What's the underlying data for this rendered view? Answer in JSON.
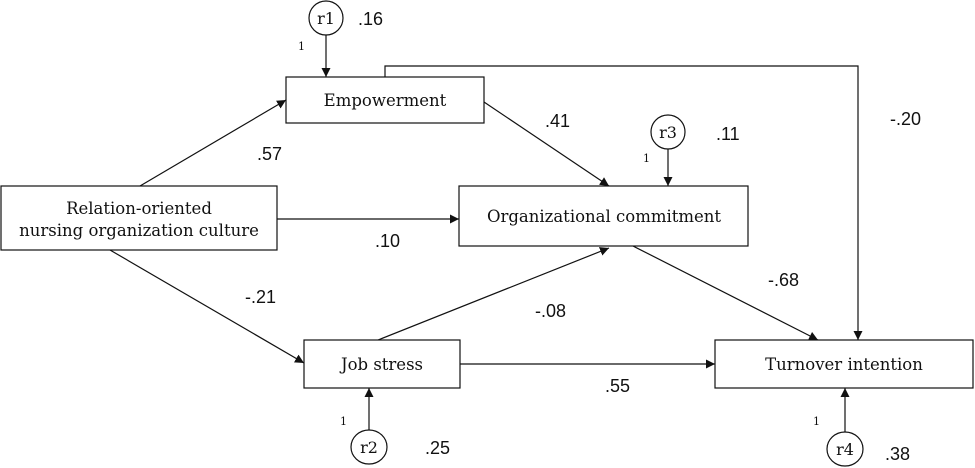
{
  "nodes": {
    "culture": {
      "line1": "Relation-oriented",
      "line2": "nursing organization culture"
    },
    "empowerment": {
      "label": "Empowerment"
    },
    "commitment": {
      "label": "Organizational commitment"
    },
    "job_stress": {
      "label": "Job stress"
    },
    "turnover": {
      "label": "Turnover intention"
    }
  },
  "residuals": {
    "r1": {
      "label": "r1",
      "weight": "1",
      "r2": ".16"
    },
    "r2": {
      "label": "r2",
      "weight": "1",
      "r2": ".25"
    },
    "r3": {
      "label": "r3",
      "weight": "1",
      "r2": ".11"
    },
    "r4": {
      "label": "r4",
      "weight": "1",
      "r2": ".38"
    }
  },
  "paths": {
    "culture_empowerment": ".57",
    "culture_commitment": ".10",
    "culture_jobstress": "-.21",
    "empowerment_commitment": ".41",
    "empowerment_turnover": "-.20",
    "jobstress_commitment": "-.08",
    "commitment_turnover": "-.68",
    "jobstress_turnover": ".55"
  }
}
